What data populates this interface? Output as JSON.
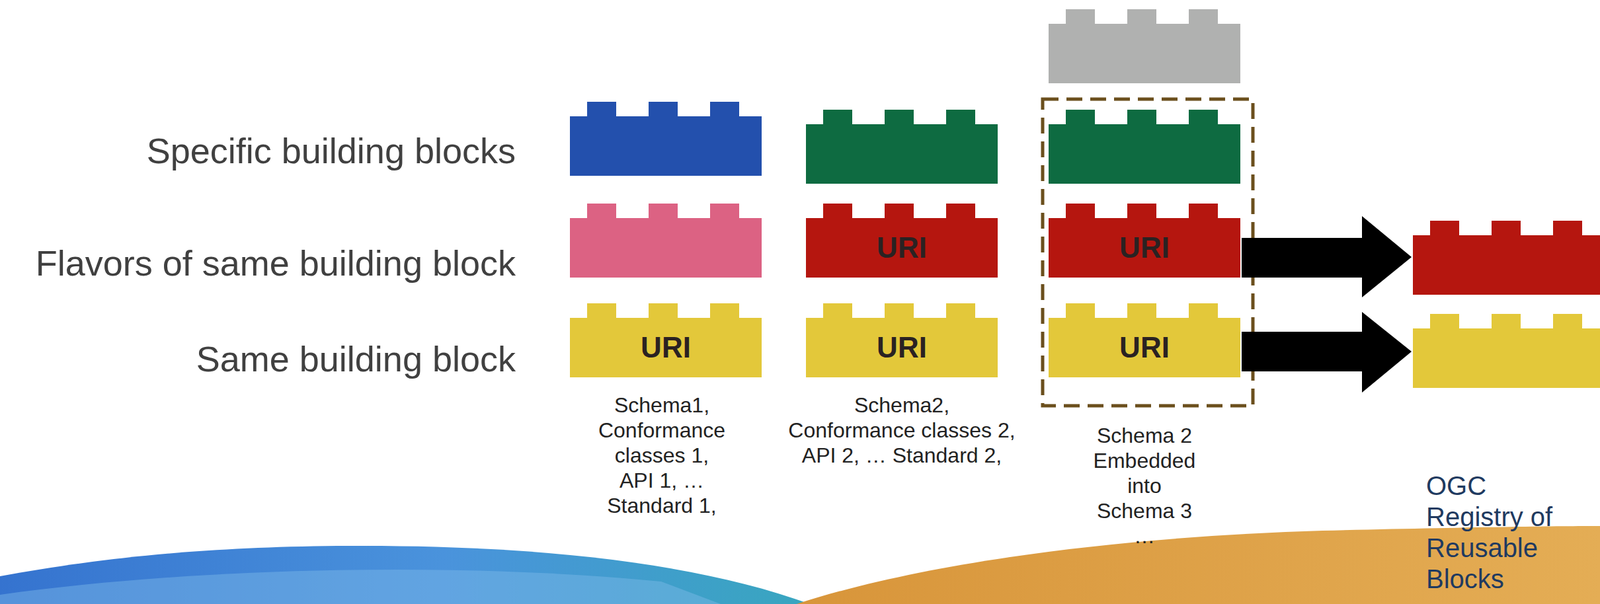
{
  "diagram": {
    "nodes": [
      {
        "text": [
          "URI"
        ]
      },
      {
        "text": [
          "URI"
        ]
      },
      {
        "text": [
          "URI"
        ]
      },
      {
        "text": [
          "URI"
        ]
      },
      {
        "text": [
          "URI"
        ]
      }
    ],
    "labels": [
      "Specific building blocks",
      "Flavors of same building block",
      "Same building block",
      "Schema1, Conformance classes 1, API 1, … Standard 1,",
      "Schema2, Conformance classes 2, API 2, … Standard 2,",
      "Schema 2 Embedded into Schema 3 …",
      "OGC Registry of Reusable Blocks"
    ]
  }
}
